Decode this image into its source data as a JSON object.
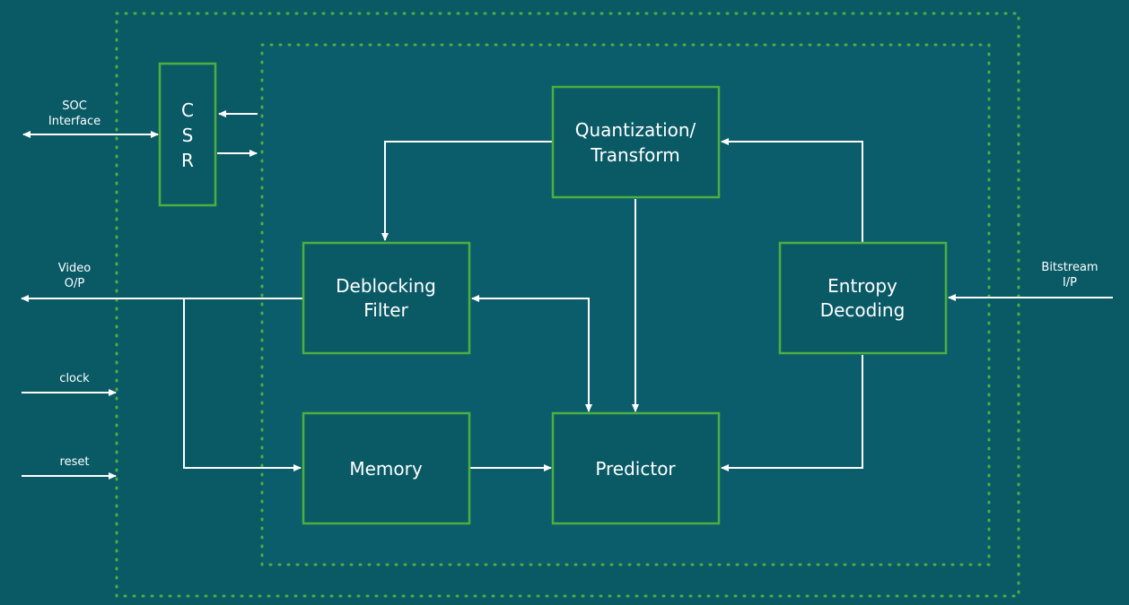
{
  "colors": {
    "background": "#0a5a66",
    "inner_background": "#0b5d6b",
    "block_border": "#4caf3f",
    "dotted_border": "#4caf3f",
    "wire": "#ffffff",
    "text": "#ffffff"
  },
  "blocks": {
    "csr": {
      "line1": "C",
      "line2": "S",
      "line3": "R"
    },
    "quantization": {
      "line1": "Quantization/",
      "line2": "Transform"
    },
    "deblocking": {
      "line1": "Deblocking",
      "line2": "Filter"
    },
    "entropy": {
      "line1": "Entropy",
      "line2": "Decoding"
    },
    "memory": {
      "line1": "Memory"
    },
    "predictor": {
      "line1": "Predictor"
    }
  },
  "ports": {
    "soc": {
      "line1": "SOC",
      "line2": "Interface"
    },
    "video": {
      "line1": "Video",
      "line2": "O/P"
    },
    "clock": {
      "line1": "clock"
    },
    "reset": {
      "line1": "reset"
    },
    "bitstream": {
      "line1": "Bitstream",
      "line2": "I/P"
    }
  }
}
